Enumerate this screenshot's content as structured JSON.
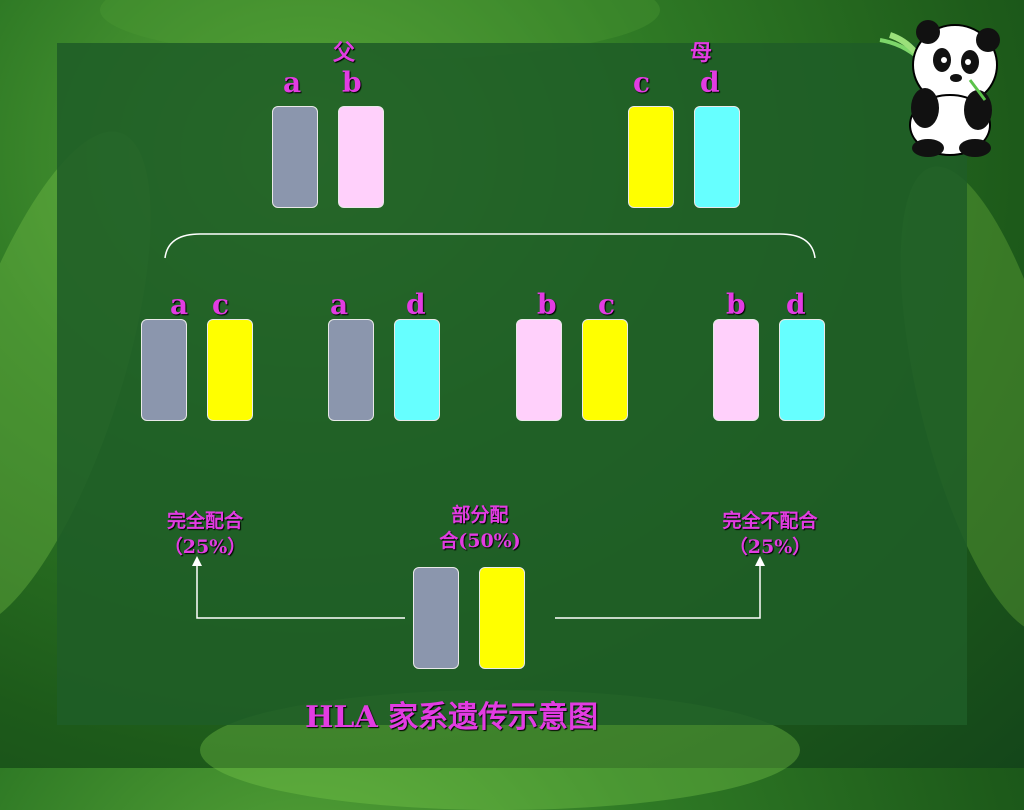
{
  "parents": {
    "father_label": "父",
    "mother_label": "母",
    "father_haplotypes": [
      "a",
      "b"
    ],
    "mother_haplotypes": [
      "c",
      "d"
    ]
  },
  "children": [
    {
      "haplotypes": [
        "a",
        "c"
      ]
    },
    {
      "haplotypes": [
        "a",
        "d"
      ]
    },
    {
      "haplotypes": [
        "b",
        "c"
      ]
    },
    {
      "haplotypes": [
        "b",
        "d"
      ]
    }
  ],
  "outcomes": {
    "identical_label": "完全配合",
    "identical_pct": "（25%）",
    "haploidentical_line1": "部分配",
    "haploidentical_line2": "合(50%)",
    "mismatch_label": "完全不配合",
    "mismatch_pct": "（25%）"
  },
  "title": "HLA 家系遗传示意图",
  "colors": {
    "a": "#8b96ad",
    "b": "#ffd0fb",
    "c": "#ffff00",
    "d": "#66ffff",
    "label": "#e23ce2"
  }
}
